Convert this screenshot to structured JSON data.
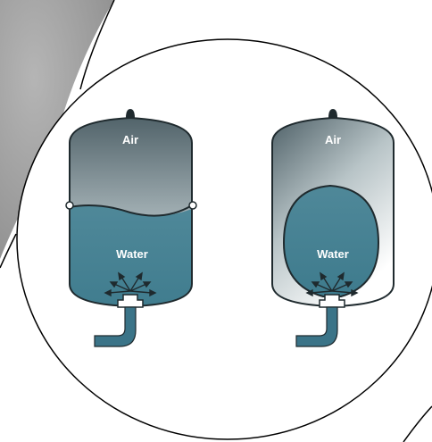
{
  "tank_diagrams": [
    {
      "id": "bladder-diaphragm",
      "labels": {
        "top": "Air",
        "bottom": "Water"
      }
    },
    {
      "id": "bladder-balloon",
      "labels": {
        "top": "Air",
        "bottom": "Water"
      }
    }
  ],
  "colors": {
    "air_top": "#4f6168",
    "air_bottom": "#ffffff",
    "water": "#4d8698",
    "water_dark": "#2f6f82",
    "outline": "#1f2a2e",
    "pipe": "#3b7488",
    "backdrop": "#9a9a9a"
  }
}
